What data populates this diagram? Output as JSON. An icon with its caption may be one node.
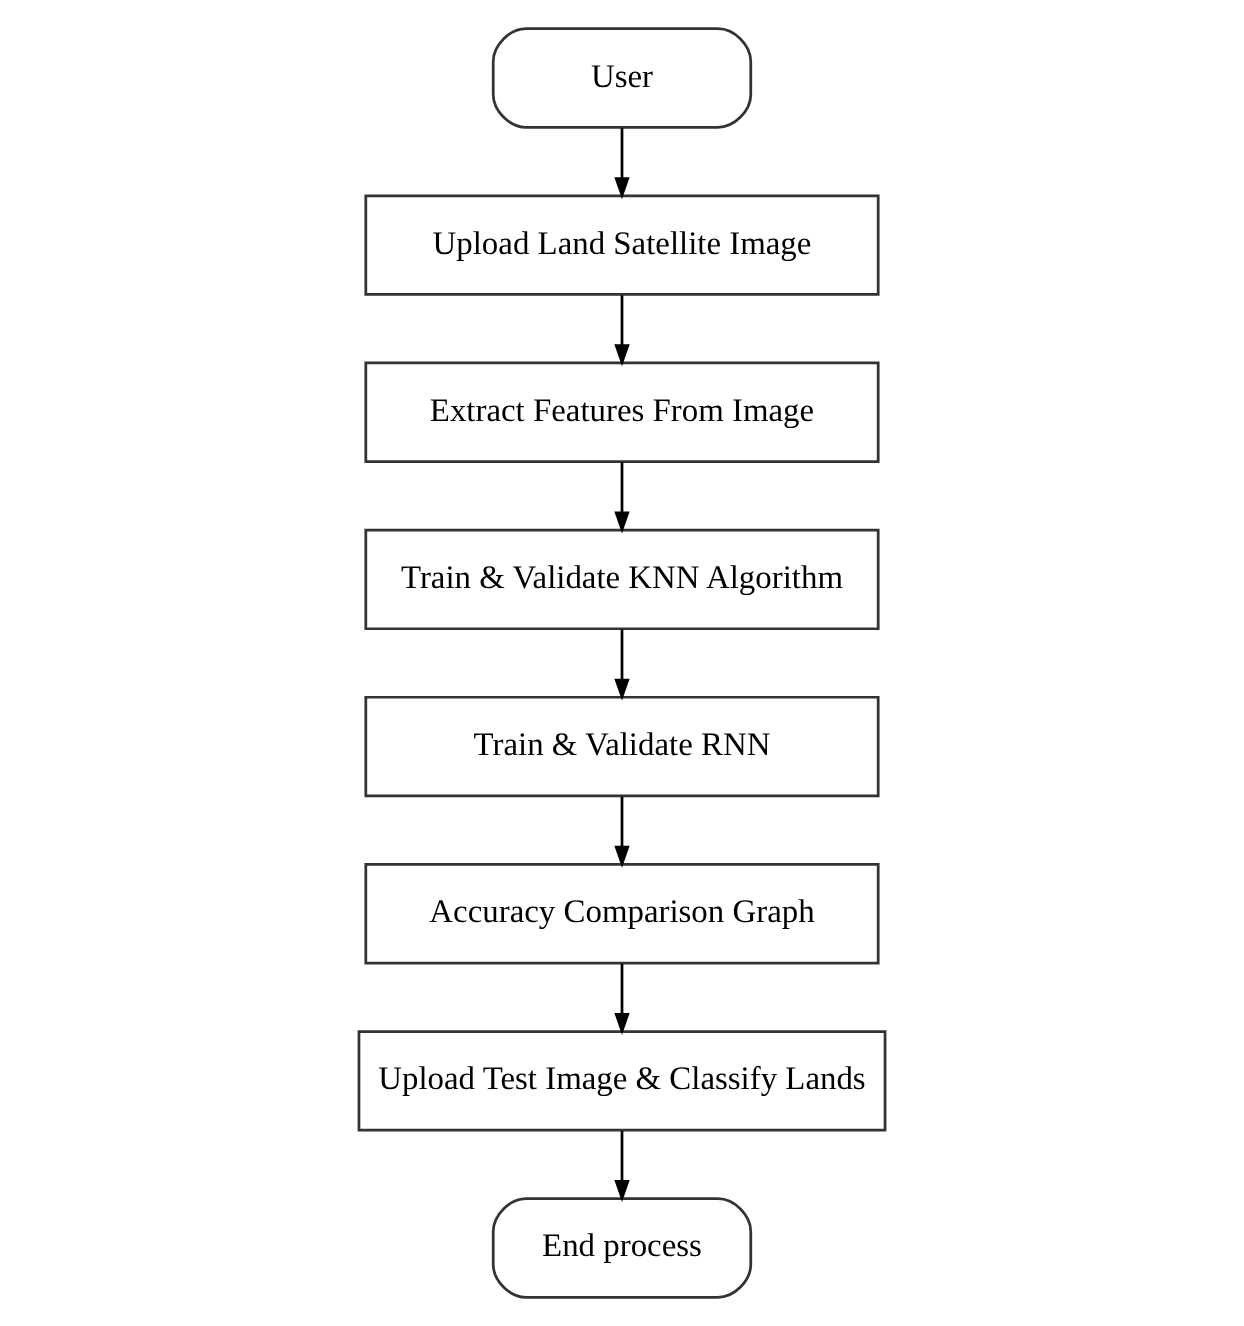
{
  "diagram": {
    "nodes": [
      {
        "text": [
          "User"
        ]
      },
      {
        "text": [
          "Upload Land Satellite Image"
        ]
      },
      {
        "text": [
          "Extract Features From Image"
        ]
      },
      {
        "text": [
          "Train & Validate KNN Algorithm"
        ]
      },
      {
        "text": [
          "Train & Validate RNN"
        ]
      },
      {
        "text": [
          "Accuracy Comparison Graph"
        ]
      },
      {
        "text": [
          "Upload Test Image & Classify Lands"
        ]
      },
      {
        "text": [
          "End process"
        ]
      }
    ],
    "edges": [
      {
        "from": 0,
        "to": 1,
        "arrow": "to"
      },
      {
        "from": 1,
        "to": 2,
        "arrow": "to"
      },
      {
        "from": 2,
        "to": 3,
        "arrow": "to"
      },
      {
        "from": 3,
        "to": 4,
        "arrow": "to"
      },
      {
        "from": 4,
        "to": 5,
        "arrow": "to"
      },
      {
        "from": 5,
        "to": 6,
        "arrow": "to"
      },
      {
        "from": 6,
        "to": 7,
        "arrow": "to"
      }
    ]
  }
}
